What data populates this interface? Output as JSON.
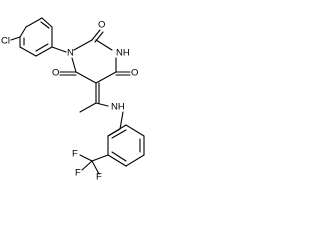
{
  "molecule": {
    "atoms": {
      "cl": "Cl",
      "n1": "N",
      "o_top": "O",
      "nh_ring": "NH",
      "o_left": "O",
      "o_right": "O",
      "nh_amine": "NH",
      "f1": "F",
      "f2": "F",
      "f3": "F"
    }
  }
}
